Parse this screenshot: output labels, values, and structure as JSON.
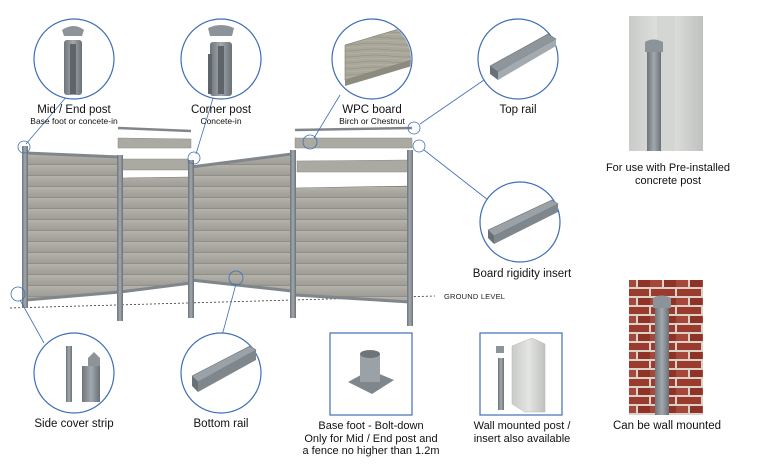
{
  "labels": {
    "mid_end_post": {
      "title": "Mid / End post",
      "sub": "Base foot or concete-in"
    },
    "corner_post": {
      "title": "Corner post",
      "sub": "Concete-in"
    },
    "wpc_board": {
      "title": "WPC board",
      "sub": "Birch or Chestnut"
    },
    "top_rail": {
      "title": "Top rail"
    },
    "board_rigidity": {
      "title": "Board rigidity insert"
    },
    "side_cover": {
      "title": "Side cover strip"
    },
    "bottom_rail": {
      "title": "Bottom rail"
    },
    "base_foot": {
      "line1": "Base foot - Bolt-down",
      "line2": "Only for Mid / End post and",
      "line3": "a fence no higher than 1.2m"
    },
    "wall_post": {
      "line1": "Wall mounted post /",
      "line2": "insert also available"
    },
    "concrete_post": {
      "line1": "For use with Pre-installed",
      "line2": "concrete post"
    },
    "wall_mounted": {
      "title": "Can be wall mounted"
    },
    "ground_level": "GROUND LEVEL"
  },
  "colors": {
    "metal": "#8e969b",
    "board": "#a7a69f",
    "callout": "#3f6fb6",
    "brick": "#9b3b2e"
  }
}
